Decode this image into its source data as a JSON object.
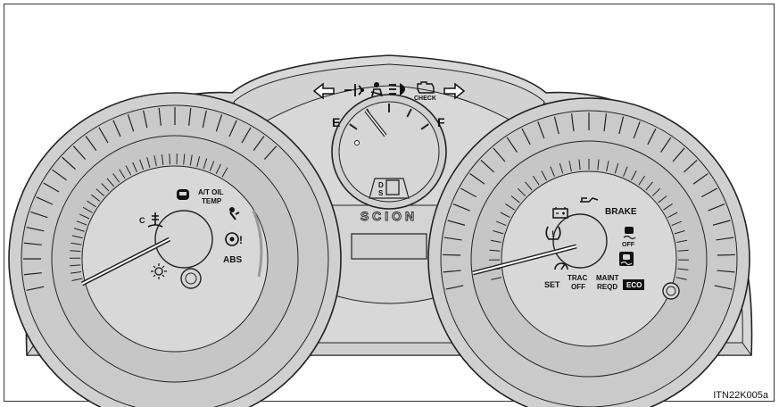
{
  "fuel": {
    "empty": "E",
    "full": "F"
  },
  "gear": {
    "d": "D",
    "s": "S"
  },
  "brand": "SCION",
  "left_gauge": {
    "at_oil_temp_line1": "A/T OIL",
    "at_oil_temp_line2": "TEMP",
    "abs": "ABS"
  },
  "top_lights": {
    "check": "CHECK"
  },
  "right_gauge": {
    "brake": "BRAKE",
    "off": "OFF",
    "set": "SET",
    "trac_line1": "TRAC",
    "trac_line2": "OFF",
    "maint_line1": "MAINT",
    "maint_line2": "REQD",
    "eco": "ECO"
  },
  "figure_code": "ITN22K005a",
  "colors": {
    "outline": "#222222",
    "panel_gray": "#d8d8d8",
    "face_gray": "#c9c9c9",
    "eco_bg": "#111111"
  }
}
